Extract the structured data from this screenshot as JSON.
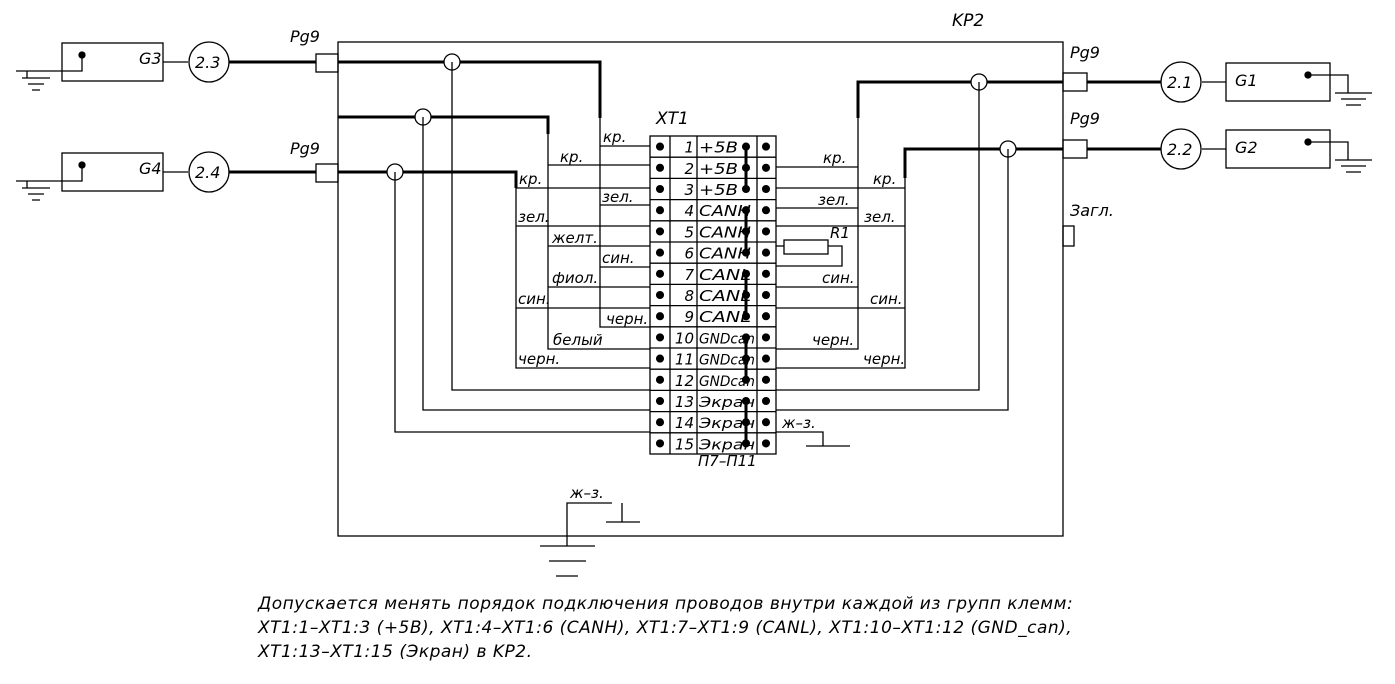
{
  "enclosure": {
    "label": "KP2",
    "gland_label": "Pg9",
    "plug_label": "Загл."
  },
  "generators": [
    {
      "id": "G3",
      "cable": "2.3"
    },
    {
      "id": "G4",
      "cable": "2.4"
    },
    {
      "id": "G1",
      "cable": "2.1"
    },
    {
      "id": "G2",
      "cable": "2.2"
    }
  ],
  "terminal_block": {
    "label": "XT1",
    "bridge_label": "П7–П11",
    "resistor_label": "R1",
    "ground_label": "ж–з.",
    "terminals": [
      {
        "num": "1",
        "name": "+5В"
      },
      {
        "num": "2",
        "name": "+5В"
      },
      {
        "num": "3",
        "name": "+5В"
      },
      {
        "num": "4",
        "name": "CANH"
      },
      {
        "num": "5",
        "name": "CANH"
      },
      {
        "num": "6",
        "name": "CANH"
      },
      {
        "num": "7",
        "name": "CANL"
      },
      {
        "num": "8",
        "name": "CANL"
      },
      {
        "num": "9",
        "name": "CANL"
      },
      {
        "num": "10",
        "name": "GNDcan"
      },
      {
        "num": "11",
        "name": "GNDcan"
      },
      {
        "num": "12",
        "name": "GNDcan"
      },
      {
        "num": "13",
        "name": "Экран"
      },
      {
        "num": "14",
        "name": "Экран"
      },
      {
        "num": "15",
        "name": "Экран"
      }
    ]
  },
  "wire_labels": {
    "left": [
      "кр.",
      "кр.",
      "кр.",
      "зел.",
      "зел.",
      "желт.",
      "син.",
      "фиол.",
      "син.",
      "черн.",
      "белый",
      "черн."
    ],
    "right": [
      "кр.",
      "кр.",
      "зел.",
      "зел.",
      "син.",
      "син.",
      "черн.",
      "черн."
    ]
  },
  "case_ground_label": "ж–з.",
  "note": {
    "line1": "Допускается менять порядок подключения проводов внутри каждой из групп клемм:",
    "line2": "XT1:1–XT1:3 (+5В), XT1:4–XT1:6 (CANH), XT1:7–XT1:9 (CANL), XT1:10–XT1:12 (GND_can),",
    "line3": "XT1:13–XT1:15 (Экран) в KP2."
  }
}
